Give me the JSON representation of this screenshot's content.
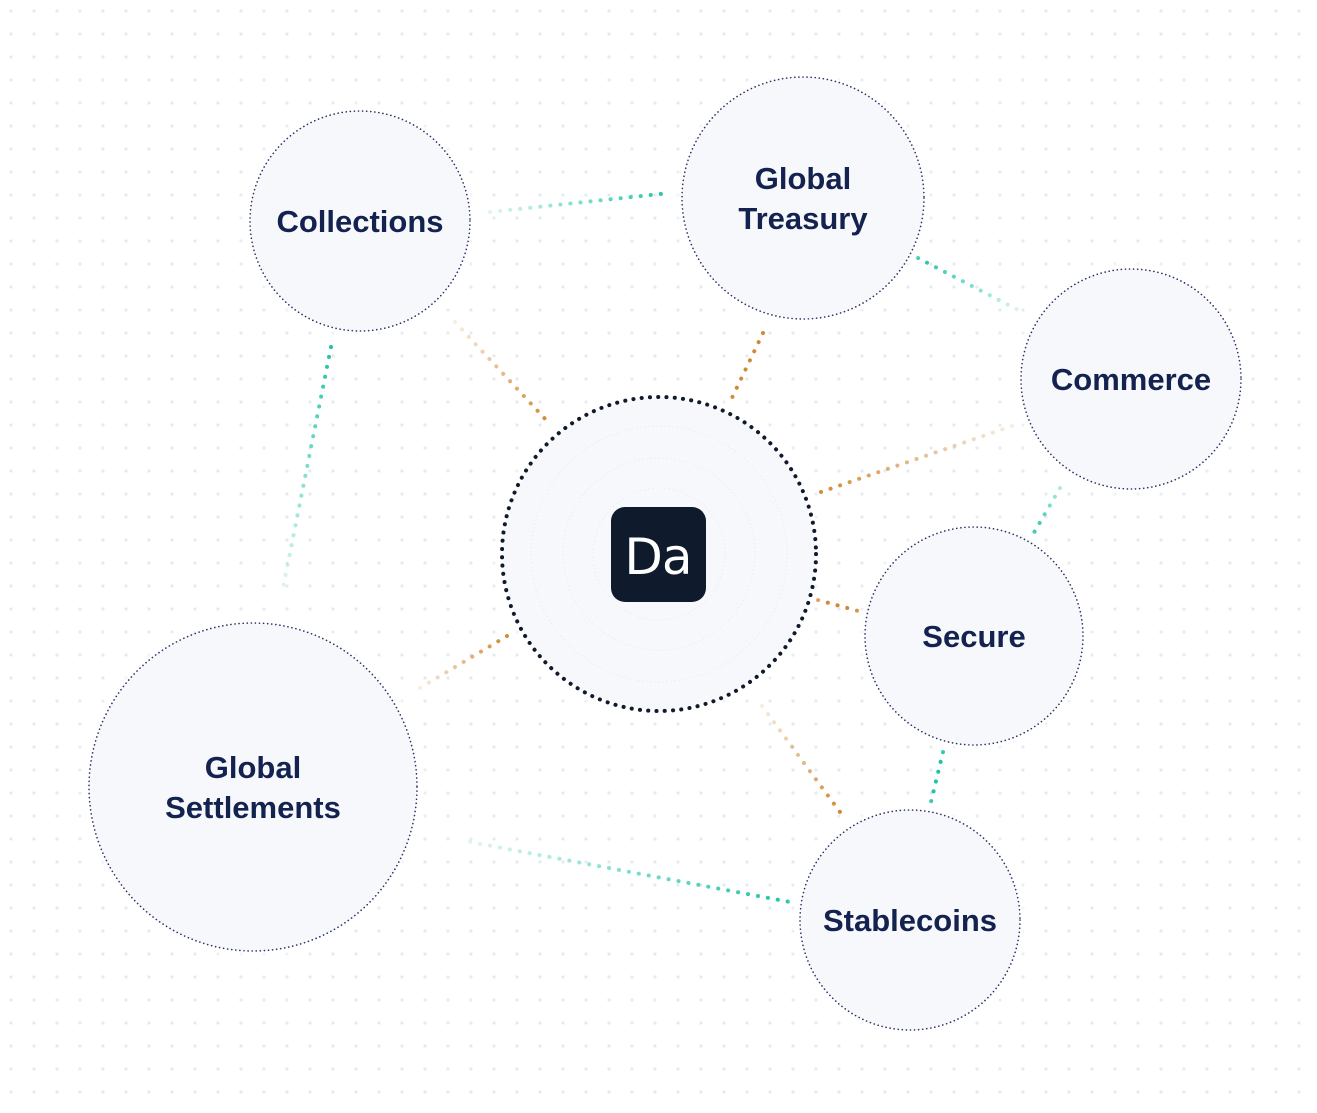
{
  "hub": {
    "logo_text": "Da",
    "logo_bg": "#0f1b2d"
  },
  "nodes": [
    {
      "id": "collections",
      "lines": [
        "Collections"
      ]
    },
    {
      "id": "global-treasury",
      "lines": [
        "Global",
        "Treasury"
      ]
    },
    {
      "id": "commerce",
      "lines": [
        "Commerce"
      ]
    },
    {
      "id": "secure",
      "lines": [
        "Secure"
      ]
    },
    {
      "id": "stablecoins",
      "lines": [
        "Stablecoins"
      ]
    },
    {
      "id": "global-settlements",
      "lines": [
        "Global",
        "Settlements"
      ]
    }
  ],
  "colors": {
    "text": "#14224f",
    "node_fill": "#f7f8fb",
    "node_border": "#2c2f66",
    "teal_link": "#1fc4a7",
    "orange_link": "#d08a36",
    "hub_ring": "#0f1b2d",
    "grid_dot": "#e3e6ee"
  }
}
